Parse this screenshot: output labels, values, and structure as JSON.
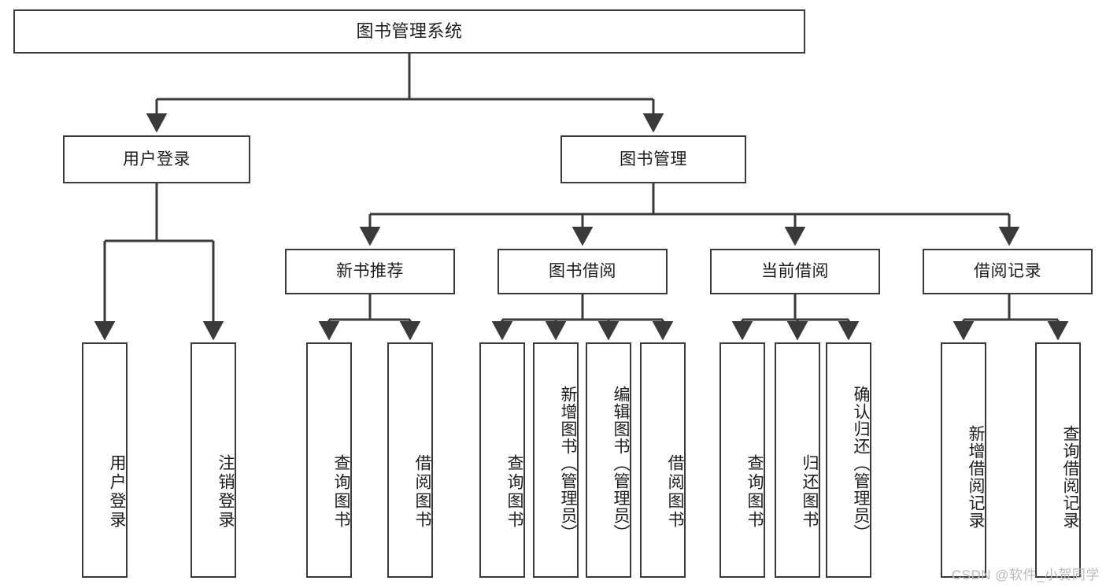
{
  "diagram": {
    "title": "图书管理系统",
    "type": "tree",
    "watermark": "CSDN @软件_小贺同学",
    "colors": {
      "stroke": "#3a3a3a",
      "fill": "#ffffff",
      "text": "#1c1c1c",
      "watermark": "#b9b9b9"
    },
    "root": {
      "label": "图书管理系统"
    },
    "level2": [
      {
        "label": "用户登录"
      },
      {
        "label": "图书管理"
      }
    ],
    "level3": [
      {
        "label": "新书推荐"
      },
      {
        "label": "图书借阅"
      },
      {
        "label": "当前借阅"
      },
      {
        "label": "借阅记录"
      }
    ],
    "leaves": {
      "user_login": [
        {
          "label": "用户登录"
        },
        {
          "label": "注销登录"
        }
      ],
      "new_book": [
        {
          "label": "查询图书"
        },
        {
          "label": "借阅图书"
        }
      ],
      "book_borrow": [
        {
          "label": "查询图书"
        },
        {
          "label": "新增图书（管理员）"
        },
        {
          "label": "编辑图书（管理员）"
        },
        {
          "label": "借阅图书"
        }
      ],
      "current_borrow": [
        {
          "label": "查询图书"
        },
        {
          "label": "归还图书"
        },
        {
          "label": "确认归还（管理员）"
        }
      ],
      "borrow_record": [
        {
          "label": "新增借阅记录"
        },
        {
          "label": "查询借阅记录"
        }
      ]
    }
  }
}
